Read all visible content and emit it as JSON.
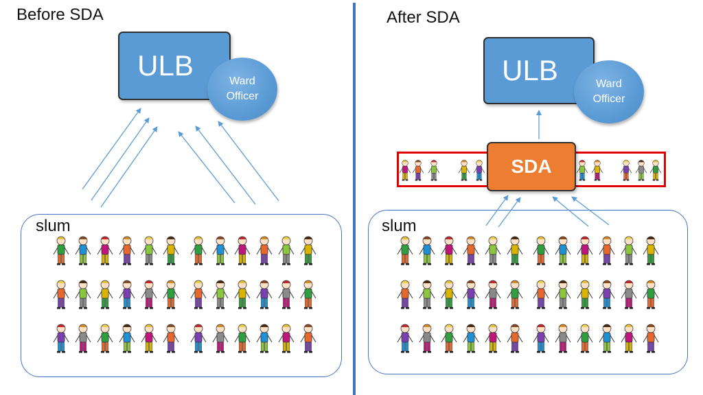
{
  "left": {
    "title": "Before SDA",
    "ulb_label": "ULB",
    "ward_line1": "Ward",
    "ward_line2": "Officer",
    "slum_label": "slum"
  },
  "right": {
    "title": "After SDA",
    "ulb_label": "ULB",
    "ward_line1": "Ward",
    "ward_line2": "Officer",
    "sda_label": "SDA",
    "slum_label": "slum"
  },
  "colors": {
    "ulb_fill": "#5b9bd5",
    "sda_fill": "#ed7d31",
    "divider": "#4472c4",
    "arrow": "#5b9bd5",
    "sda_border": "#e00000"
  },
  "figure_palette": [
    "#2e9e3e",
    "#1f8fd6",
    "#c0157a",
    "#e8672c",
    "#8cc63f",
    "#d9b400",
    "#7a3fb0",
    "#8a8a8a"
  ]
}
